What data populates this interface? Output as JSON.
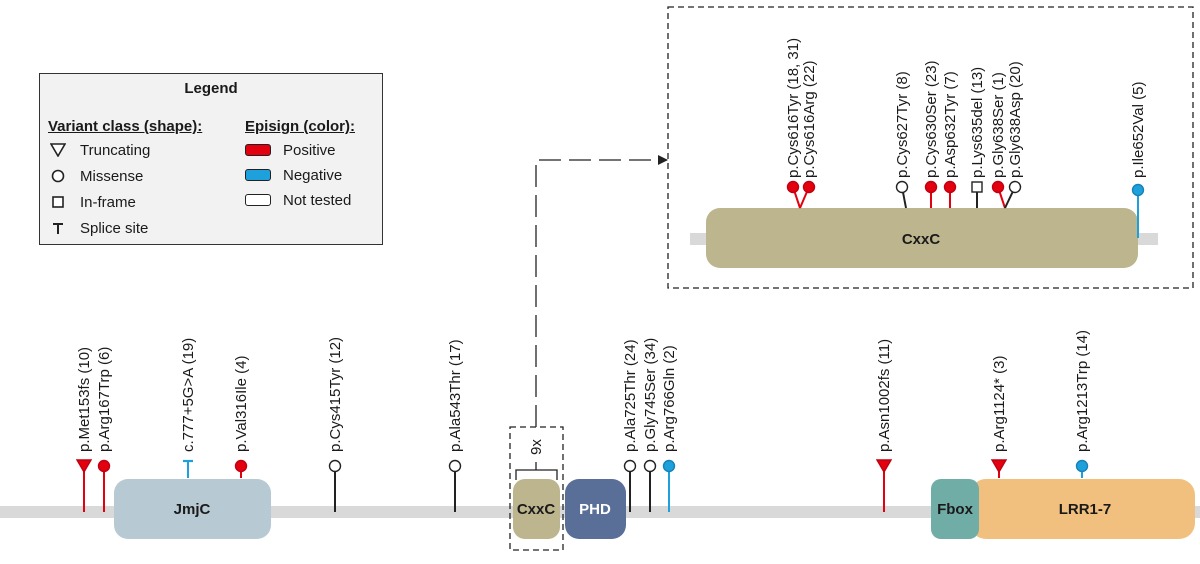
{
  "legend": {
    "title": "Legend",
    "shape_header": "Variant class (shape):",
    "color_header": "Episign (color):",
    "shapes": [
      {
        "icon": "triangle-down-icon",
        "label": "Truncating"
      },
      {
        "icon": "circle-icon",
        "label": "Missense"
      },
      {
        "icon": "square-icon",
        "label": "In-frame"
      },
      {
        "icon": "t-bar-icon",
        "label": "Splice site"
      }
    ],
    "colors": [
      {
        "label": "Positive",
        "color": "#e3000f"
      },
      {
        "label": "Negative",
        "color": "#1ea0dc"
      },
      {
        "label": "Not tested",
        "color": "#ffffff"
      }
    ]
  },
  "protein": {
    "domains": [
      {
        "label": "JmjC",
        "color": "#b7c9d3"
      },
      {
        "label": "CxxC",
        "color": "#bdb58e"
      },
      {
        "label": "PHD",
        "color": "#5a6f97"
      },
      {
        "label": "Fbox",
        "color": "#6fada6"
      },
      {
        "label": "LRR1-7",
        "color": "#f2c07e"
      }
    ],
    "repeat_label": "9x",
    "variants": [
      {
        "label": "p.Met153fs (10)",
        "shape": "triangle",
        "episign": "positive"
      },
      {
        "label": "p.Arg167Trp (6)",
        "shape": "circle",
        "episign": "positive"
      },
      {
        "label": "c.777+5G>A (19)",
        "shape": "splice",
        "episign": "negative"
      },
      {
        "label": "p.Val316Ile (4)",
        "shape": "circle",
        "episign": "positive"
      },
      {
        "label": "p.Cys415Tyr (12)",
        "shape": "circle",
        "episign": "not_tested"
      },
      {
        "label": "p.Ala543Thr (17)",
        "shape": "circle",
        "episign": "not_tested"
      },
      {
        "label": "p.Ala725Thr (24)",
        "shape": "circle",
        "episign": "not_tested"
      },
      {
        "label": "p.Gly745Ser (34)",
        "shape": "circle",
        "episign": "not_tested"
      },
      {
        "label": "p.Arg766Gln (2)",
        "shape": "circle",
        "episign": "negative"
      },
      {
        "label": "p.Asn1002fs (11)",
        "shape": "triangle",
        "episign": "positive"
      },
      {
        "label": "p.Arg1124* (3)",
        "shape": "triangle",
        "episign": "positive"
      },
      {
        "label": "p.Arg1213Trp (14)",
        "shape": "circle",
        "episign": "negative"
      }
    ]
  },
  "zoom": {
    "domain_label": "CxxC",
    "variants": [
      {
        "label": "p.Cys616Tyr (18, 31)",
        "shape": "circle",
        "episign": "positive"
      },
      {
        "label": "p.Cys616Arg (22)",
        "shape": "circle",
        "episign": "positive"
      },
      {
        "label": "p.Cys627Tyr (8)",
        "shape": "circle",
        "episign": "not_tested"
      },
      {
        "label": "p.Cys630Ser (23)",
        "shape": "circle",
        "episign": "positive"
      },
      {
        "label": "p.Asp632Tyr (7)",
        "shape": "circle",
        "episign": "positive"
      },
      {
        "label": "p.Lys635del (13)",
        "shape": "square",
        "episign": "not_tested"
      },
      {
        "label": "p.Gly638Ser (1)",
        "shape": "circle",
        "episign": "positive"
      },
      {
        "label": "p.Gly638Asp (20)",
        "shape": "circle",
        "episign": "not_tested"
      },
      {
        "label": "p.Ile652Val (5)",
        "shape": "circle",
        "episign": "negative"
      }
    ]
  }
}
